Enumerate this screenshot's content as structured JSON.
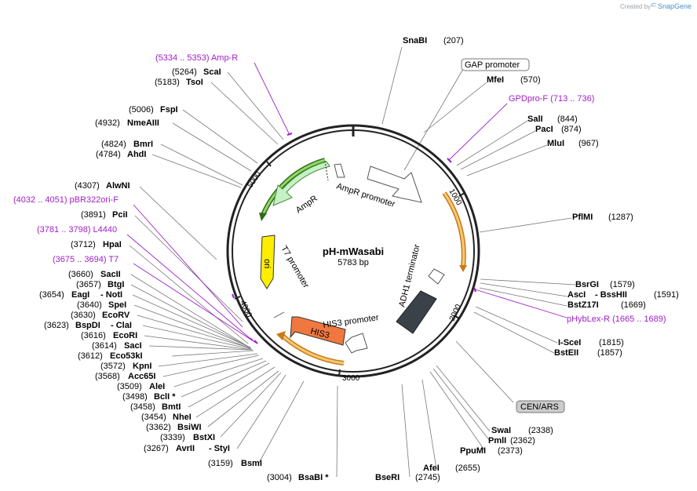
{
  "credit": {
    "prefix": "Created by",
    "brand": "SnapGene"
  },
  "plasmid": {
    "name": "pH-mWasabi",
    "size": "5783 bp"
  },
  "ticks": [
    "1000",
    "2000",
    "3000",
    "4000",
    "5000"
  ],
  "features": {
    "ampr": "AmpR",
    "ampr_promoter": "AmpR promoter",
    "ori": "ori",
    "t7_promoter": "T7 promoter",
    "his3_promoter": "HIS3 promoter",
    "his3": "HIS3",
    "adh1_terminator": "ADH1 terminator"
  },
  "boxed": {
    "gap": "GAP promoter",
    "cen": "CEN/ARS"
  },
  "sites": {
    "snabi": {
      "name": "SnaBI",
      "pos": "(207)"
    },
    "mfei": {
      "name": "MfeI",
      "pos": "(570)"
    },
    "sali": {
      "name": "SalI",
      "pos": "(844)"
    },
    "paci": {
      "name": "PacI",
      "pos": "(874)"
    },
    "mlui": {
      "name": "MluI",
      "pos": "(967)"
    },
    "pflmi": {
      "name": "PflMI",
      "pos": "(1287)"
    },
    "bsrgi": {
      "name": "BsrGI",
      "pos": "(1579)"
    },
    "asci": {
      "name": "AscI",
      "name2": "- BssHII",
      "pos": "(1591)"
    },
    "bstz17i": {
      "name": "BstZ17I",
      "pos": "(1669)"
    },
    "iscei": {
      "name": "I-SceI",
      "pos": "(1815)"
    },
    "bsteii": {
      "name": "BstEII",
      "pos": "(1857)"
    },
    "swai": {
      "name": "SwaI",
      "pos": "(2338)"
    },
    "pmli": {
      "name": "PmlI",
      "pos": "(2362)"
    },
    "ppumi": {
      "name": "PpuMI",
      "pos": "(2373)"
    },
    "afei": {
      "name": "AfeI",
      "pos": "(2655)"
    },
    "bseri": {
      "name": "BseRI",
      "pos": "(2745)"
    },
    "bsabi": {
      "name": "BsaBI *",
      "pos": "(3004)"
    },
    "bsmi": {
      "name": "BsmI",
      "pos": "(3159)"
    },
    "avrii": {
      "name": "AvrII",
      "name2": "- StyI",
      "pos": "(3267)"
    },
    "bstxi": {
      "name": "BstXI",
      "pos": "(3339)"
    },
    "bsiwi": {
      "name": "BsiWI",
      "pos": "(3362)"
    },
    "nhei": {
      "name": "NheI",
      "pos": "(3454)"
    },
    "bmti": {
      "name": "BmtI",
      "pos": "(3458)"
    },
    "bcli": {
      "name": "BclI *",
      "pos": "(3498)"
    },
    "alei": {
      "name": "AleI",
      "pos": "(3509)"
    },
    "acc65i": {
      "name": "Acc65I",
      "pos": "(3568)"
    },
    "kpni": {
      "name": "KpnI",
      "pos": "(3572)"
    },
    "eco53ki": {
      "name": "Eco53kI",
      "pos": "(3612)"
    },
    "saci": {
      "name": "SacI",
      "pos": "(3614)"
    },
    "ecori": {
      "name": "EcoRI",
      "pos": "(3616)"
    },
    "bspdi": {
      "name": "BspDI",
      "name2": "- ClaI",
      "pos": "(3623)"
    },
    "ecorv": {
      "name": "EcoRV",
      "pos": "(3630)"
    },
    "spei": {
      "name": "SpeI",
      "pos": "(3640)"
    },
    "eagi": {
      "name": "EagI",
      "name2": "- NotI",
      "pos": "(3654)"
    },
    "btgi": {
      "name": "BtgI",
      "pos": "(3657)"
    },
    "sacii": {
      "name": "SacII",
      "pos": "(3660)"
    },
    "hpai": {
      "name": "HpaI",
      "pos": "(3712)"
    },
    "pcii": {
      "name": "PciI",
      "pos": "(3891)"
    },
    "alwni": {
      "name": "AlwNI",
      "pos": "(4307)"
    },
    "ahdi": {
      "name": "AhdI",
      "pos": "(4784)"
    },
    "bmri": {
      "name": "BmrI",
      "pos": "(4824)"
    },
    "nmeaiii": {
      "name": "NmeAIII",
      "pos": "(4932)"
    },
    "fspi": {
      "name": "FspI",
      "pos": "(5006)"
    },
    "tsoi": {
      "name": "TsoI",
      "pos": "(5183)"
    },
    "scai": {
      "name": "ScaI",
      "pos": "(5264)"
    }
  },
  "primers": {
    "ampr": "(5334 .. 5353)  Amp-R",
    "gpdpro": "GPDpro-F    (713 .. 736)",
    "phyblex": "pHybLex-R    (1665 .. 1689)",
    "pbr322": "(4032 .. 4051)  pBR322ori-F",
    "l4440": "(3781 .. 3798)  L4440",
    "t7": "(3675 .. 3694)  T7"
  }
}
